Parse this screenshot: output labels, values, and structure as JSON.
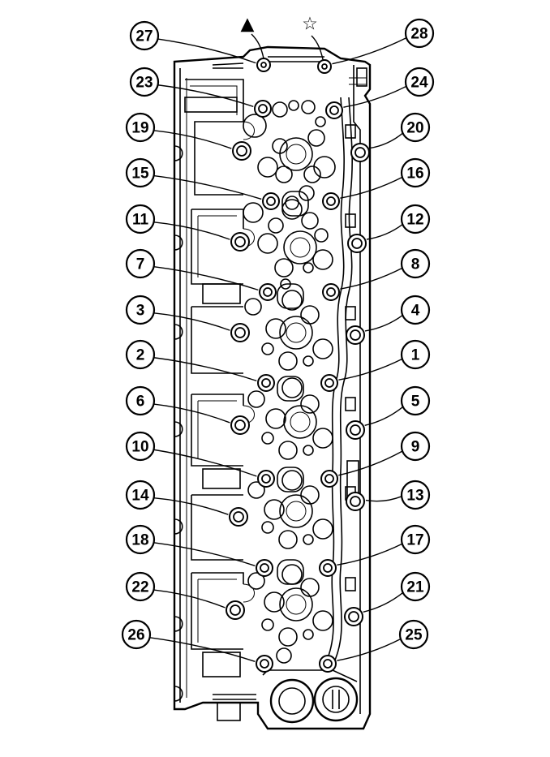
{
  "markers": {
    "triangle": "▲",
    "star": "☆"
  },
  "bolts": [
    {
      "label": "1"
    },
    {
      "label": "2"
    },
    {
      "label": "3"
    },
    {
      "label": "4"
    },
    {
      "label": "5"
    },
    {
      "label": "6"
    },
    {
      "label": "7"
    },
    {
      "label": "8"
    },
    {
      "label": "9"
    },
    {
      "label": "10"
    },
    {
      "label": "11"
    },
    {
      "label": "12"
    },
    {
      "label": "13"
    },
    {
      "label": "14"
    },
    {
      "label": "15"
    },
    {
      "label": "16"
    },
    {
      "label": "17"
    },
    {
      "label": "18"
    },
    {
      "label": "19"
    },
    {
      "label": "20"
    },
    {
      "label": "21"
    },
    {
      "label": "22"
    },
    {
      "label": "23"
    },
    {
      "label": "24"
    },
    {
      "label": "25"
    },
    {
      "label": "26"
    },
    {
      "label": "27"
    },
    {
      "label": "28"
    }
  ]
}
